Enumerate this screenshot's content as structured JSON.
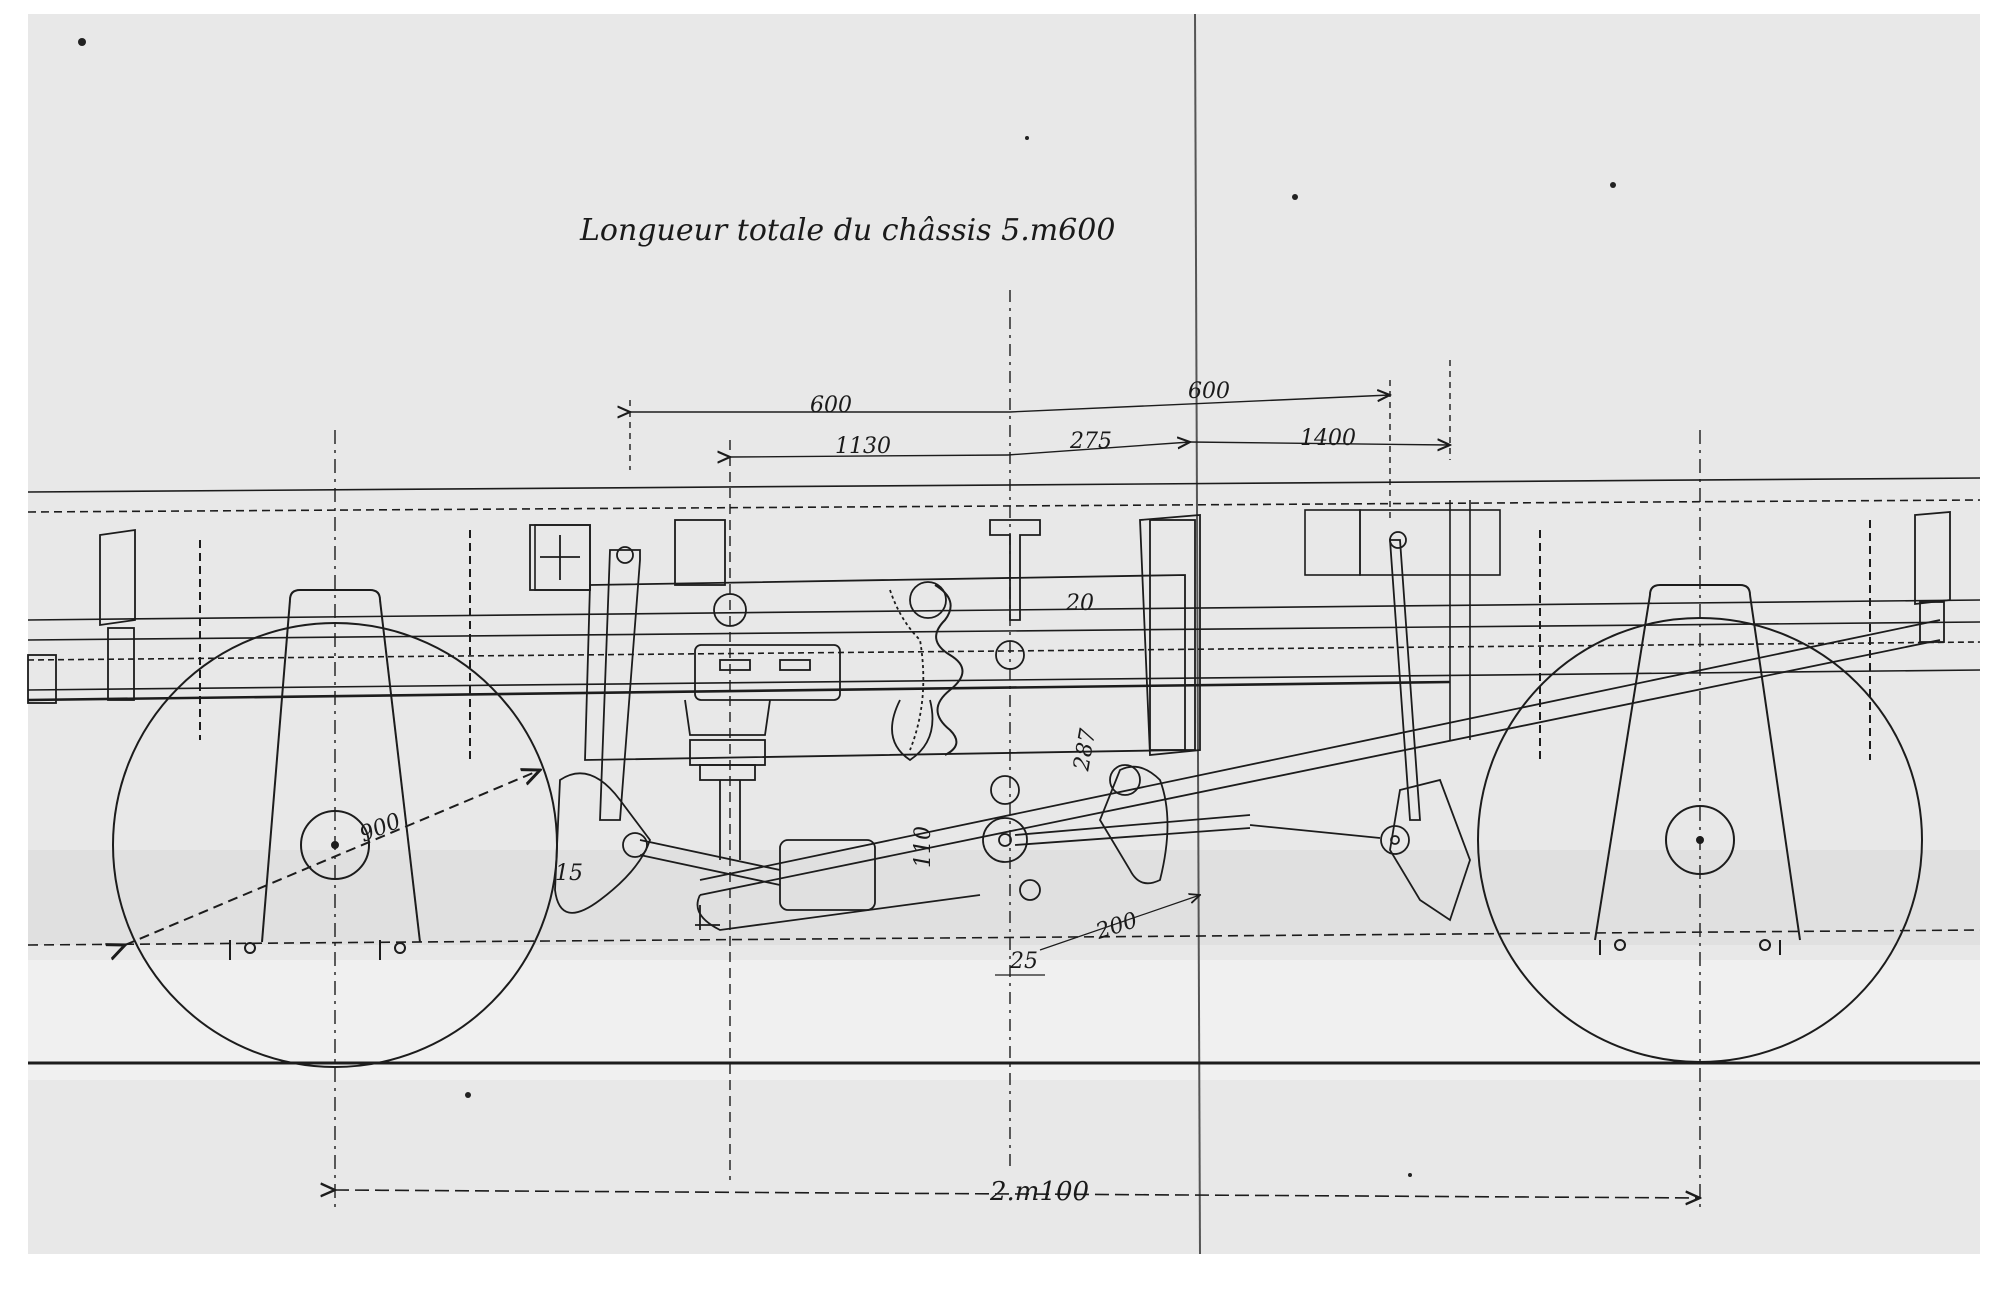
{
  "drawing": {
    "title": "Longueur totale du châssis 5.m600",
    "colors": {
      "paper": "#e9e9e9",
      "paper_light": "#f4f4f4",
      "ink": "#1c1c1c",
      "ink_faint": "#6a6a6a"
    },
    "dimensions": {
      "d600_left": "600",
      "d600_right": "600",
      "d1130": "1130",
      "d275": "275",
      "d1400": "1400",
      "d900": "900",
      "d200": "200",
      "d287": "287",
      "d110": "110",
      "d25": "25",
      "d15": "15",
      "d20": "20",
      "d_wheelbase": "2.m100"
    }
  }
}
